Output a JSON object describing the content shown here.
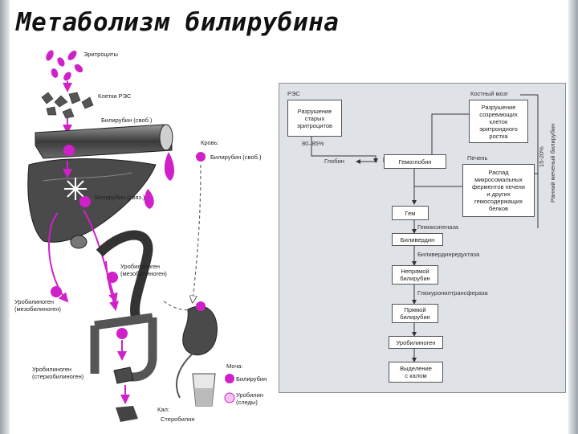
{
  "title": "Метаболизм билирубина",
  "left_diagram": {
    "labels": {
      "erythrocytes": "Эритроциты",
      "res_cells": "Клетки РЭС",
      "bilirubin_free": "Билирубин (своб.)",
      "blood": "Кровь:",
      "blood_bilirubin_free": "Билирубин (своб.)",
      "bilirubin_bound": "Билирубин (связ.)",
      "urobilinogen_meso_gut": "Уробилиноген\n(мезобилиноген)",
      "urobilinogen_meso_liver": "Уробилиноген\n(мезобилиноген)",
      "urobilinogen_stercobilinogen": "Уробилиноген\n(стеркобилиноген)",
      "urine": "Моча:",
      "urine_bilirubin": "Билирубин",
      "urine_urobilin": "Уробилин\n(следы)",
      "feces": "Кал:",
      "stercobilin": "Стеробилин"
    },
    "colors": {
      "pigment": "#d020c8",
      "organ": "#3a3a3a"
    }
  },
  "right_diagram": {
    "nodes": {
      "res": "РЭС",
      "res_process": "Разрушение\nстарых\nэритроцитов",
      "percent_80_85": "80–85%",
      "bone_marrow": "Костный мозг",
      "marrow_process": "Разрушение\nсозревающих\nклеток\nэритроидного\nростка",
      "percent_15_20": "15-20%",
      "early_bilirubin": "Ранний меченый билирубин",
      "globin": "Глобин",
      "hemoglobin": "Гемоглобин",
      "liver": "Печень",
      "liver_process": "Распад\nмикросомальных\nферментов печени\nи других\nгемосодержащих\nбелков",
      "heme": "Гем",
      "heme_oxygenase": "Гемоксигеназа",
      "biliverdin": "Биливердин",
      "biliverdin_reductase": "Биливердинредуктаза",
      "indirect_bilirubin": "Непрямой\nбилирубин",
      "glucuronyltransferase": "Глюкуронилтрансфераза",
      "direct_bilirubin": "Прямой\nбилирубин",
      "urobilinogen": "Уробилиноген",
      "excretion": "Выделение\nс калом"
    }
  }
}
